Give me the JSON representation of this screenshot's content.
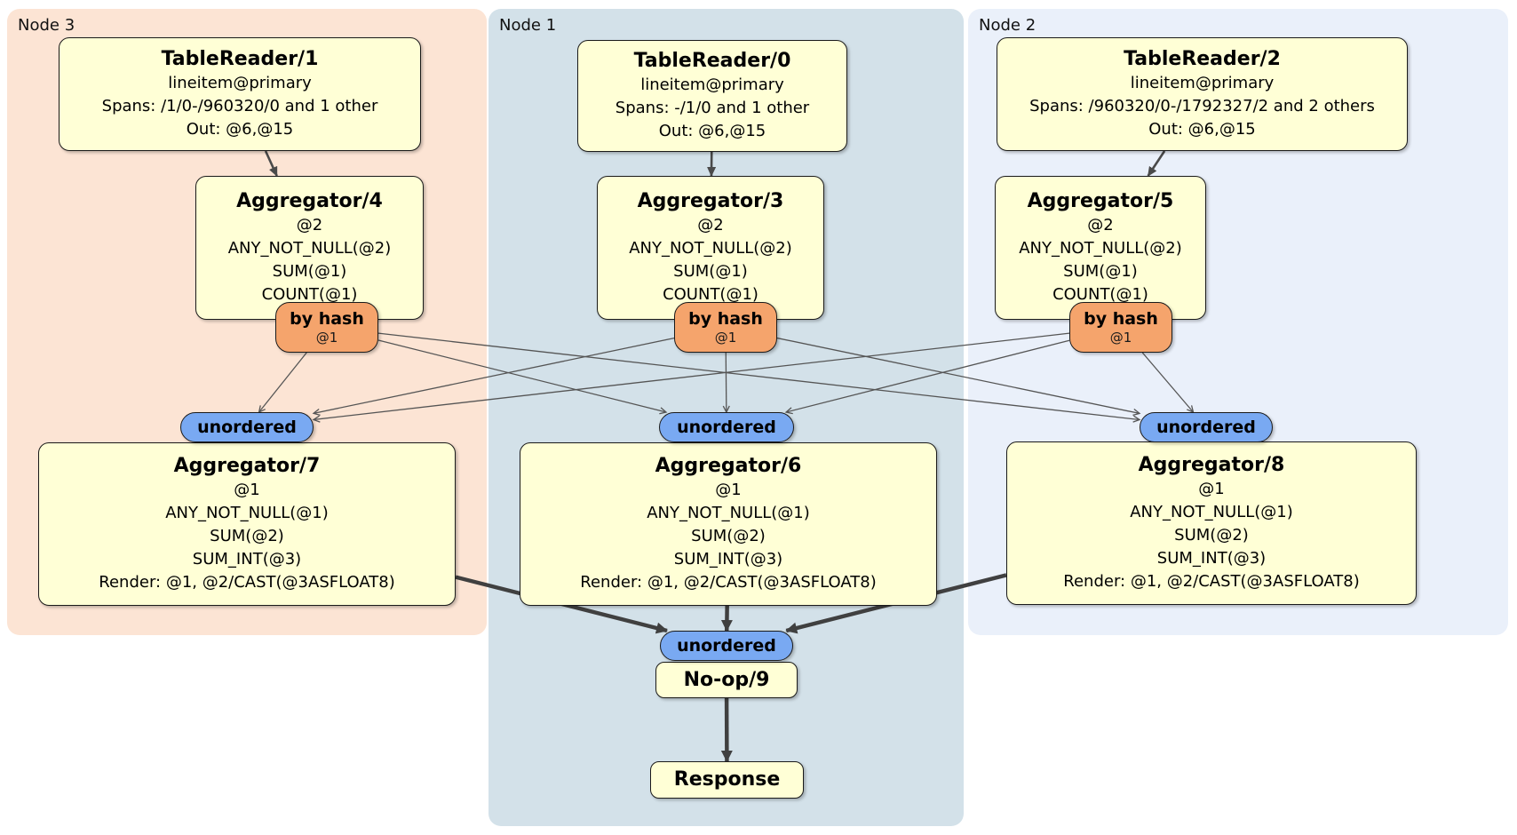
{
  "groups": {
    "node3": {
      "label": "Node 3"
    },
    "node1": {
      "label": "Node 1"
    },
    "node2": {
      "label": "Node 2"
    }
  },
  "processors": {
    "tr1": {
      "title": "TableReader/1",
      "lines": [
        "lineitem@primary",
        "Spans: /1/0-/960320/0 and 1 other",
        "Out: @6,@15"
      ]
    },
    "tr0": {
      "title": "TableReader/0",
      "lines": [
        "lineitem@primary",
        "Spans: -/1/0 and 1 other",
        "Out: @6,@15"
      ]
    },
    "tr2": {
      "title": "TableReader/2",
      "lines": [
        "lineitem@primary",
        "Spans: /960320/0-/1792327/2 and 2 others",
        "Out: @6,@15"
      ]
    },
    "agg4": {
      "title": "Aggregator/4",
      "lines": [
        "@2",
        "ANY_NOT_NULL(@2)",
        "SUM(@1)",
        "COUNT(@1)"
      ]
    },
    "agg3": {
      "title": "Aggregator/3",
      "lines": [
        "@2",
        "ANY_NOT_NULL(@2)",
        "SUM(@1)",
        "COUNT(@1)"
      ]
    },
    "agg5": {
      "title": "Aggregator/5",
      "lines": [
        "@2",
        "ANY_NOT_NULL(@2)",
        "SUM(@1)",
        "COUNT(@1)"
      ]
    },
    "agg7": {
      "title": "Aggregator/7",
      "lines": [
        "@1",
        "ANY_NOT_NULL(@1)",
        "SUM(@2)",
        "SUM_INT(@3)",
        "Render: @1, @2/CAST(@3ASFLOAT8)"
      ]
    },
    "agg6": {
      "title": "Aggregator/6",
      "lines": [
        "@1",
        "ANY_NOT_NULL(@1)",
        "SUM(@2)",
        "SUM_INT(@3)",
        "Render: @1, @2/CAST(@3ASFLOAT8)"
      ]
    },
    "agg8": {
      "title": "Aggregator/8",
      "lines": [
        "@1",
        "ANY_NOT_NULL(@1)",
        "SUM(@2)",
        "SUM_INT(@3)",
        "Render: @1, @2/CAST(@3ASFLOAT8)"
      ]
    },
    "noop": {
      "title": "No-op/9"
    },
    "response": {
      "title": "Response"
    }
  },
  "routers": {
    "byhash3": {
      "label": "by hash",
      "stream": "@1"
    },
    "byhash1": {
      "label": "by hash",
      "stream": "@1"
    },
    "byhash2": {
      "label": "by hash",
      "stream": "@1"
    }
  },
  "syncs": {
    "u3": {
      "label": "unordered"
    },
    "u1": {
      "label": "unordered"
    },
    "u2": {
      "label": "unordered"
    },
    "ub": {
      "label": "unordered"
    }
  },
  "edges": [
    {
      "from": "tr1",
      "to": "agg4",
      "style": "med"
    },
    {
      "from": "tr0",
      "to": "agg3",
      "style": "med"
    },
    {
      "from": "tr2",
      "to": "agg5",
      "style": "med"
    },
    {
      "from": "byhash3",
      "to": "u3",
      "style": "thin"
    },
    {
      "from": "byhash3",
      "to": "u1",
      "style": "thin"
    },
    {
      "from": "byhash3",
      "to": "u2",
      "style": "thin"
    },
    {
      "from": "byhash1",
      "to": "u3",
      "style": "thin"
    },
    {
      "from": "byhash1",
      "to": "u1",
      "style": "thin"
    },
    {
      "from": "byhash1",
      "to": "u2",
      "style": "thin"
    },
    {
      "from": "byhash2",
      "to": "u3",
      "style": "thin"
    },
    {
      "from": "byhash2",
      "to": "u1",
      "style": "thin"
    },
    {
      "from": "byhash2",
      "to": "u2",
      "style": "thin"
    },
    {
      "from": "agg7",
      "to": "ub",
      "style": "thick"
    },
    {
      "from": "agg6",
      "to": "ub",
      "style": "thick"
    },
    {
      "from": "agg8",
      "to": "ub",
      "style": "thick"
    },
    {
      "from": "noop",
      "to": "response",
      "style": "thick"
    }
  ],
  "colors": {
    "node3_bg": "#fce4d4",
    "node1_bg": "#d3e1e9",
    "node2_bg": "#eaf0fa",
    "processor_bg": "#ffffd6",
    "router_bg": "#f5a46c",
    "sync_bg": "#79a9f2",
    "edge_thin": "#555555",
    "edge_thick": "#404040"
  }
}
